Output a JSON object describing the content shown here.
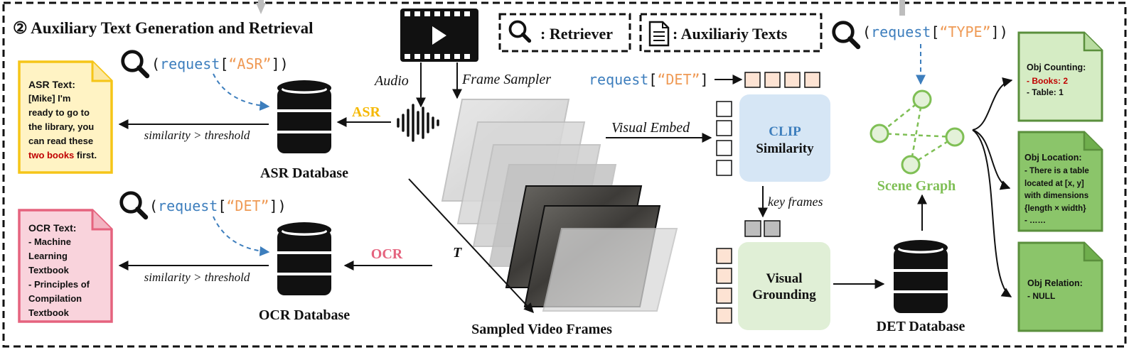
{
  "title": "② Auxiliary Text Generation and Retrieval",
  "legend": {
    "retriever": ": Retriever",
    "aux_texts": ": Auxiliariy Texts"
  },
  "queries": {
    "asr": {
      "fn": "request",
      "open": "[",
      "key": "“ASR”",
      "close": "]"
    },
    "ocr": {
      "fn": "request",
      "open": "[",
      "key": "“DET”",
      "close": "]"
    },
    "type": {
      "fn": "request",
      "open": "[",
      "key": "“TYPE”",
      "close": "]"
    },
    "det": {
      "fn": "request",
      "open": "[",
      "key": "“DET”",
      "close": "]"
    }
  },
  "labels": {
    "audio": "Audio",
    "frame_sampler": "Frame Sampler",
    "asr_tag": "ASR",
    "ocr_tag": "OCR",
    "similarity_asr": "similarity > threshold",
    "similarity_ocr": "similarity > threshold",
    "asr_database": "ASR Database",
    "ocr_database": "OCR Database",
    "det_database": "DET Database",
    "sampled_frames": "Sampled Video Frames",
    "t_axis": "T",
    "visual_embed": "Visual Embed",
    "clip_line1": "CLIP",
    "clip_line2": "Similarity",
    "key_frames": "key frames",
    "grounding_line1": "Visual",
    "grounding_line2": "Grounding",
    "scene_graph": "Scene Graph"
  },
  "asr_doc": {
    "title": "ASR Text:",
    "lines": [
      "[Mike] I'm",
      "ready to go to",
      "the library, you",
      "can read these"
    ],
    "last_highlight": "two books",
    "last_rest": " first."
  },
  "ocr_doc": {
    "title": "OCR Text:",
    "lines": [
      "- Machine",
      "Learning",
      "Textbook",
      "- Principles of",
      "Compilation",
      "Textbook"
    ]
  },
  "result_docs": [
    {
      "title": "Obj Counting:",
      "highlight": "- Books: 2",
      "lines": [
        "- Table: 1"
      ]
    },
    {
      "title": "Obj Location:",
      "highlight": "",
      "lines": [
        "- There is a table",
        "located at [x, y]",
        "with dimensions",
        "{length × width}",
        "- ……"
      ]
    },
    {
      "title": "Obj Relation:",
      "highlight": "",
      "lines": [
        "- NULL"
      ]
    }
  ],
  "colors": {
    "query_blue": "#3d7ebd",
    "query_orange": "#ef9a55",
    "asr_yellow": "#f5b800",
    "ocr_pink": "#e5637e",
    "clip_blue": "#3d7ebd",
    "scene_green": "#7fbf55",
    "highlight_red": "#c00000"
  },
  "icons": [
    "search-icon",
    "document-icon",
    "video-play-icon",
    "audio-wave-icon",
    "database-icon",
    "scene-graph-icon"
  ]
}
